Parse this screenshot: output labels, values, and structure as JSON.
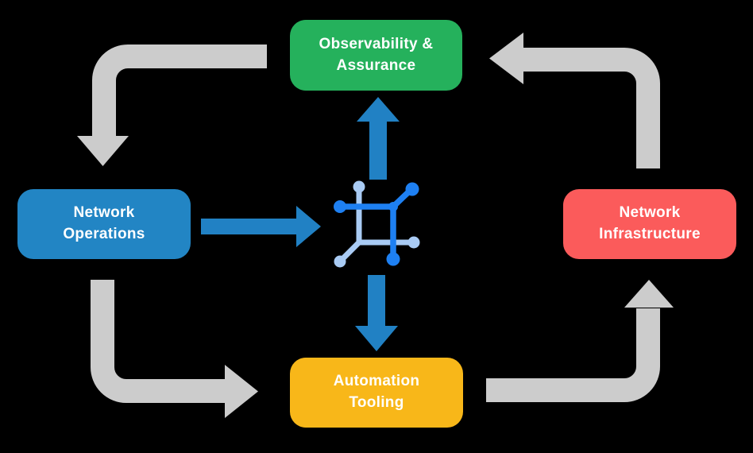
{
  "background": "#000000",
  "nodes": {
    "observability": {
      "line1": "Observability &",
      "line2": "Assurance",
      "color": "#25B15C",
      "text_color": "#FFFFFF"
    },
    "operations": {
      "line1": "Network",
      "line2": "Operations",
      "color": "#2285C4",
      "text_color": "#FFFFFF"
    },
    "infrastructure": {
      "line1": "Network",
      "line2": "Infrastructure",
      "color": "#FB5B5B",
      "text_color": "#FFFFFF"
    },
    "automation": {
      "line1": "Automation",
      "line2": "Tooling",
      "color": "#F8B719",
      "text_color": "#FFFFFF"
    }
  },
  "center_icon": {
    "name": "network-automation-icon",
    "dark_color": "#1E80F2",
    "light_color": "#A9CBF4"
  },
  "arrows": {
    "gray": {
      "color": "#CCCCCC",
      "flow": [
        "observability-assurance to network-operations",
        "network-operations to automation-tooling",
        "automation-tooling to network-infrastructure",
        "network-infrastructure to observability-assurance"
      ]
    },
    "blue": {
      "color": "#2181C4",
      "flow": [
        "network-operations to center-icon",
        "center-icon to observability-assurance",
        "center-icon to automation-tooling"
      ]
    }
  }
}
